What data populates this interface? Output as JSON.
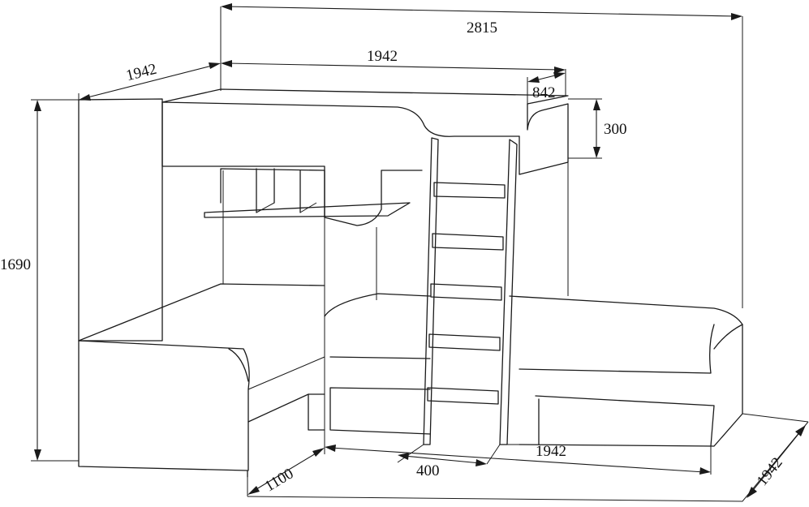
{
  "dimensions": {
    "overall_length": "2815",
    "left_depth": "1942",
    "upper_length": "1942",
    "upper_width": "842",
    "rail_height": "300",
    "overall_height": "1690",
    "lower_width": "1100",
    "ladder_width": "400",
    "lower_length": "1942",
    "right_depth": "1942"
  }
}
